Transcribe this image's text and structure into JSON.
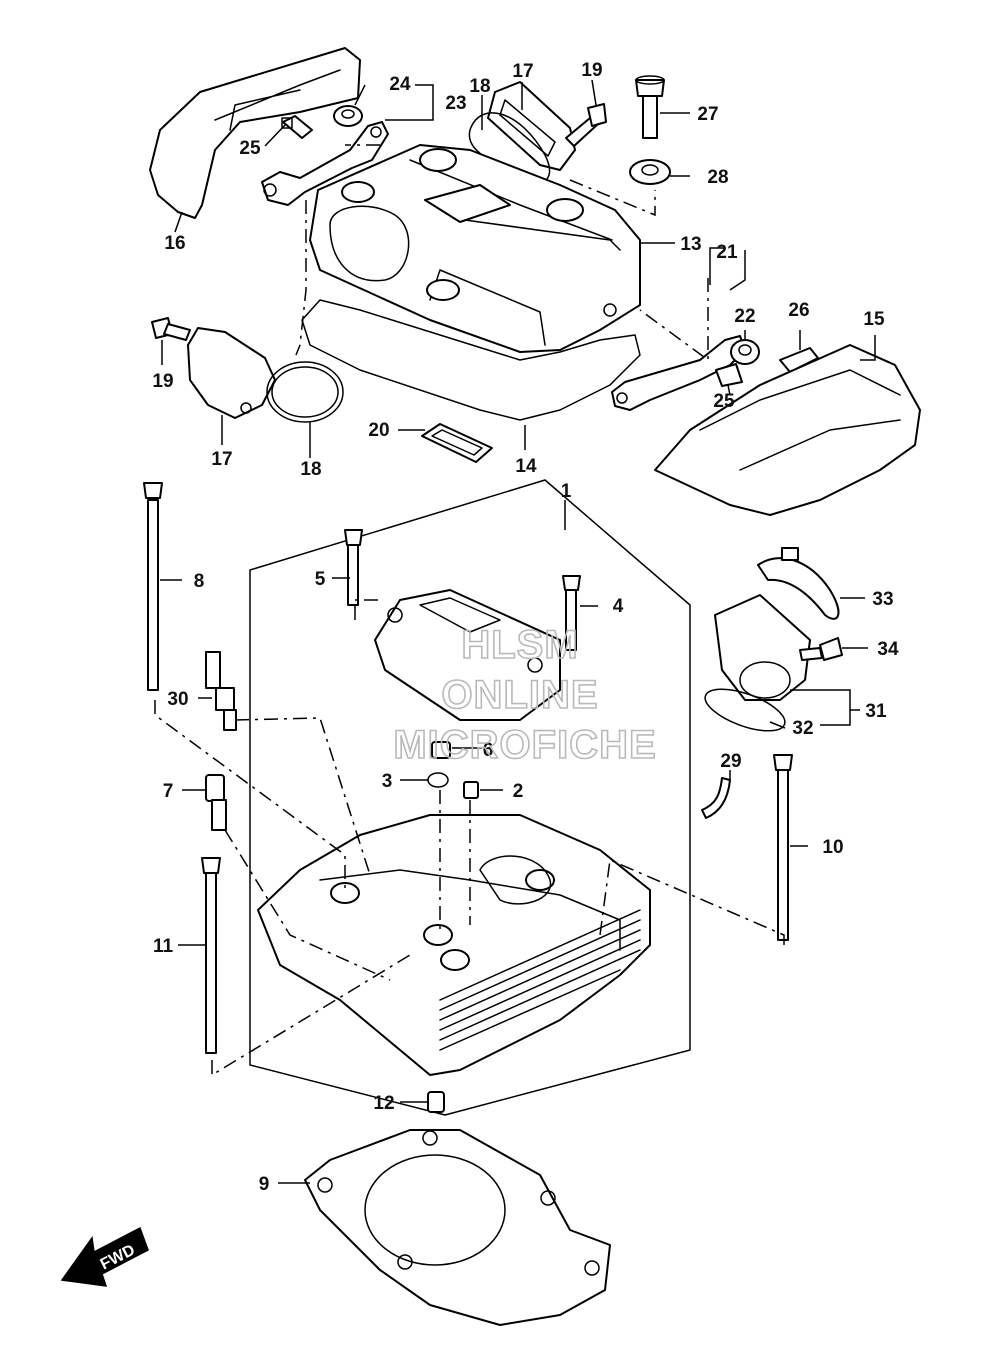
{
  "diagram": {
    "callouts": {
      "c1": "1",
      "c2": "2",
      "c3": "3",
      "c4": "4",
      "c5": "5",
      "c6": "6",
      "c7": "7",
      "c8": "8",
      "c9": "9",
      "c10": "10",
      "c11": "11",
      "c12": "12",
      "c13": "13",
      "c14": "14",
      "c15": "15",
      "c16": "16",
      "c17a": "17",
      "c17b": "17",
      "c18a": "18",
      "c18b": "18",
      "c19a": "19",
      "c19b": "19",
      "c20": "20",
      "c21": "21",
      "c22": "22",
      "c23": "23",
      "c24": "24",
      "c25a": "25",
      "c25b": "25",
      "c26": "26",
      "c27": "27",
      "c28": "28",
      "c29": "29",
      "c30": "30",
      "c31": "31",
      "c32": "32",
      "c33": "33",
      "c34": "34"
    },
    "watermark": {
      "line1": "HLSM",
      "line2": "ONLINE",
      "line3": "MICROFICHE"
    },
    "fwd_label": "FWD"
  }
}
